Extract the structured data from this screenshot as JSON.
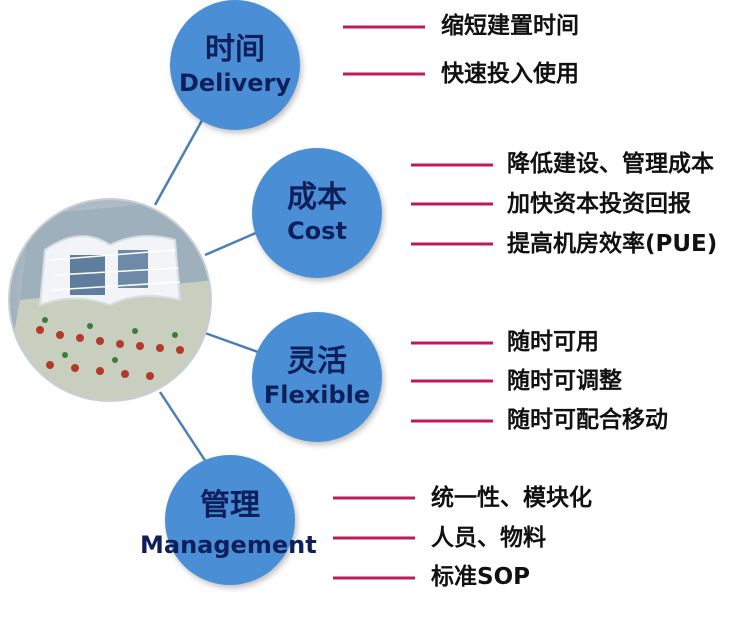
{
  "colors": {
    "circle_fill": "#4a8fd6",
    "circle_text": "#0f1f5c",
    "connector": "#4a7fb5",
    "item_line": "#c2185b",
    "item_text": "#111111"
  },
  "center_image": {
    "icon": "building-rendering-photo"
  },
  "categories": [
    {
      "zh": "时间",
      "en": "Delivery",
      "items": [
        "缩短建置时间",
        "快速投入使用"
      ]
    },
    {
      "zh": "成本",
      "en": "Cost",
      "items": [
        "降低建设、管理成本",
        "加快资本投资回报",
        "提高机房效率(PUE)"
      ]
    },
    {
      "zh": "灵活",
      "en": "Flexible",
      "items": [
        "随时可用",
        "随时可调整",
        "随时可配合移动"
      ]
    },
    {
      "zh": "管理",
      "en": "Management",
      "items": [
        "统一性、模块化",
        "人员、物料",
        "标准SOP"
      ]
    }
  ]
}
